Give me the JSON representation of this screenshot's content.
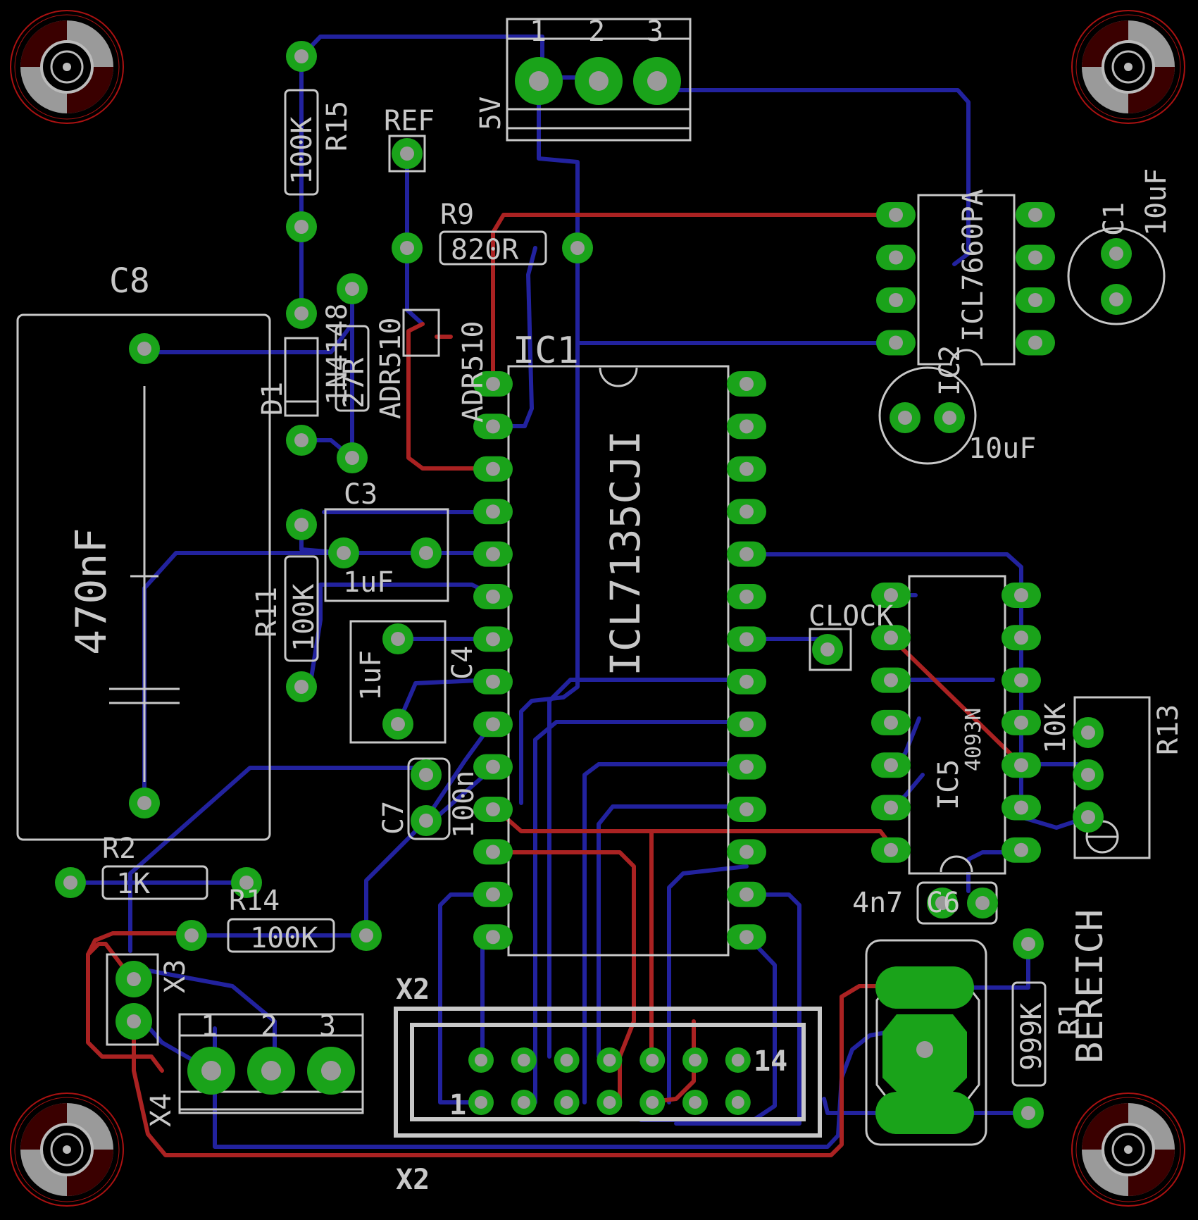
{
  "colors": {
    "background": "#000000",
    "bottom_trace": "#22229e",
    "top_trace": "#aa2222",
    "pad": "#1aa31a",
    "silkscreen": "#c8c8c8",
    "drill": "#9a9a9a",
    "mount_outline": "#aa1111"
  },
  "labels": {
    "c8": "C8",
    "c8_value": "470nF",
    "r15": "R15",
    "r15_value": "100K",
    "ref": "REF",
    "r9": "R9",
    "r9_value": "820R",
    "v5": "5V",
    "x1_pin1": "1",
    "x1_pin2": "2",
    "x1_pin3": "3",
    "ic1": "IC1",
    "ic1_value": "ICL7135CJI",
    "ic2_value": "ICL7660PA",
    "ic2": "IC2",
    "c1": "C1",
    "c1_value": "10uF",
    "c2_value": "10uF",
    "d1": "D1",
    "d1_value": "1N4148",
    "r12_value": "27R",
    "adr510_a": "ADR510",
    "adr510_b": "ADR510",
    "c3": "C3",
    "c3_value": "1uF",
    "r11": "R11",
    "r11_value": "100K",
    "c4": "C4",
    "c4_value": "1uF",
    "c7": "C7",
    "c7_value": "100n",
    "r2": "R2",
    "r2_value": "1K",
    "r14": "R14",
    "r14_value": "100K",
    "x3": "X3",
    "x4": "X4",
    "x4_pin1": "1",
    "x4_pin2": "2",
    "x4_pin3": "3",
    "x2_top": "X2",
    "x2_bottom": "X2",
    "x2_pin14": "14",
    "x2_pin1": "1",
    "clock": "CLOCK",
    "ic5": "IC5",
    "ic5_value": "4093N",
    "r13": "R13",
    "r13_value": "10K",
    "c6": "C6",
    "c6_value": "4n7",
    "r1": "R1",
    "r1_value": "999K",
    "bereich": "BEREICH"
  }
}
